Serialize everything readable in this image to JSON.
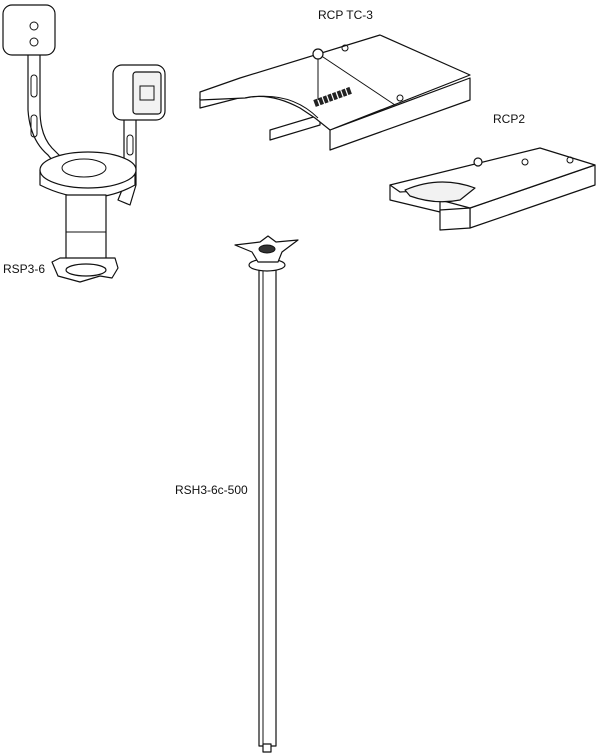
{
  "labels": {
    "rcp_tc3": "RCP TC-3",
    "rcp2": "RCP2",
    "rsp3_6": "RSP3-6",
    "rsh3_6c_500": "RSH3-6c-500"
  }
}
